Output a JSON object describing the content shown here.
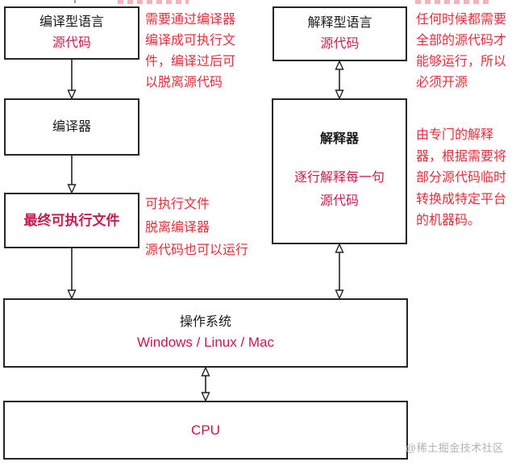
{
  "colors": {
    "box_border": "#262626",
    "box_title_black": "#1a1a1a",
    "box_text_crimson": "#c51e4e",
    "annotation_red": "#df2f3d",
    "watermark_gray": "#b3b3b3"
  },
  "boxes": {
    "compiled_language": {
      "title": "编译型语言",
      "subtitle": "源代码"
    },
    "compiler": {
      "title": "编译器"
    },
    "executable": {
      "title": "最终可执行文件"
    },
    "interpreted_language": {
      "title": "解释型语言",
      "subtitle": "源代码"
    },
    "interpreter": {
      "title": "解释器",
      "subtitle": "逐行解释每一句\n源代码"
    },
    "os": {
      "title": "操作系统",
      "subtitle": "Windows / Linux / Mac"
    },
    "cpu": {
      "title": "CPU"
    }
  },
  "annotations": {
    "compiled_note": "需要通过编译器\n编译成可执行文\n件，编译过后可\n以脱离源代码",
    "interpreted_note": "任何时候都需要\n全部的源代码才\n能够运行，所以\n必须开源",
    "executable_note": "可执行文件\n脱离编译器\n源代码也可以运行",
    "interpreter_note": "由专门的解释\n器，根据需要将\n部分源代码临时\n转换成特定平台\n的机器码。"
  },
  "watermark": "@稀土掘金技术社区"
}
